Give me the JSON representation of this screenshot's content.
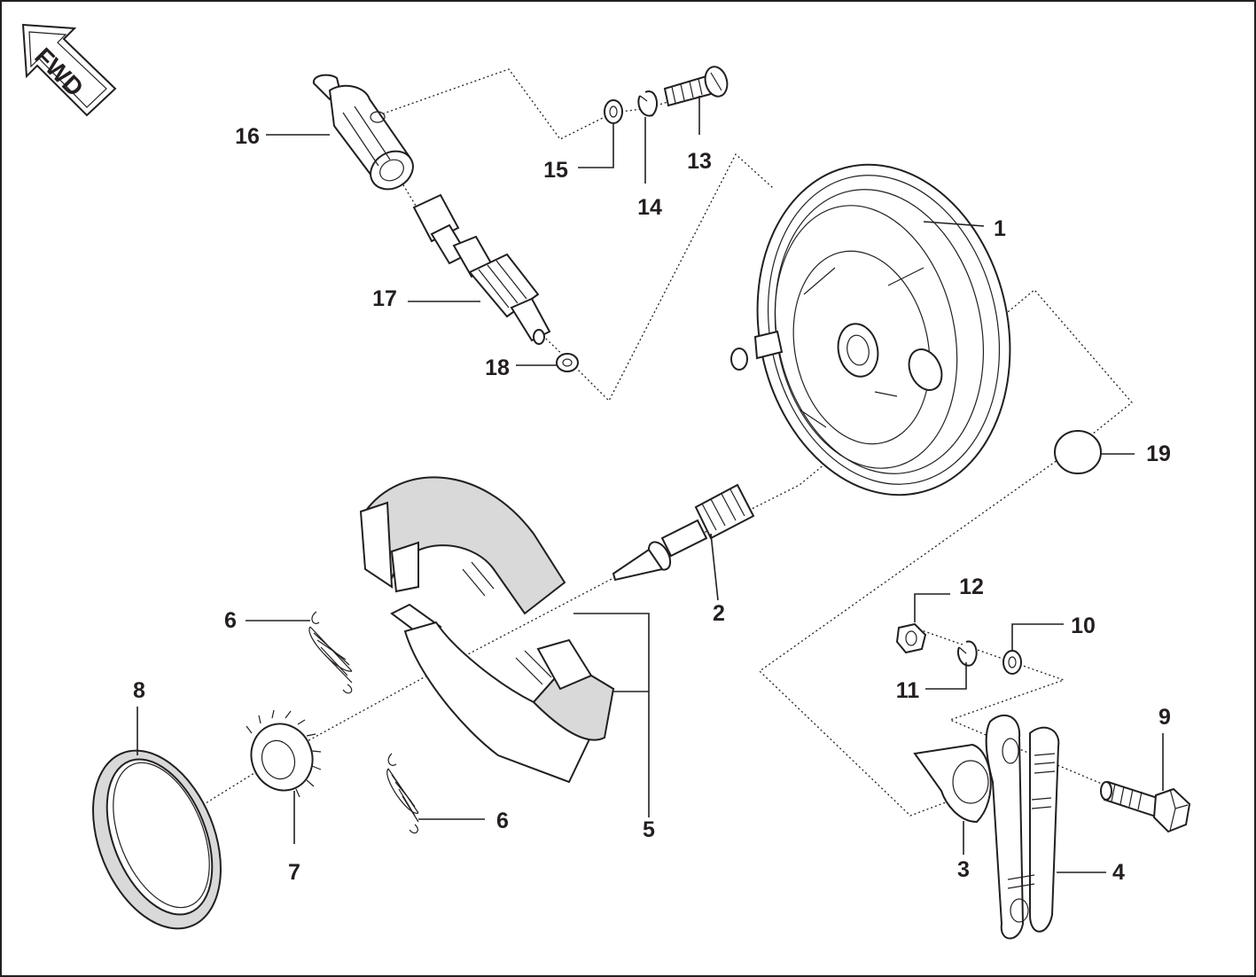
{
  "diagram": {
    "direction_badge": {
      "text": "FWD",
      "icon": "fwd-arrow-icon"
    },
    "callouts": [
      {
        "id": "c1",
        "label": "1"
      },
      {
        "id": "c2",
        "label": "2"
      },
      {
        "id": "c3",
        "label": "3"
      },
      {
        "id": "c4",
        "label": "4"
      },
      {
        "id": "c5",
        "label": "5"
      },
      {
        "id": "c6a",
        "label": "6"
      },
      {
        "id": "c6b",
        "label": "6"
      },
      {
        "id": "c7",
        "label": "7"
      },
      {
        "id": "c8",
        "label": "8"
      },
      {
        "id": "c9",
        "label": "9"
      },
      {
        "id": "c10",
        "label": "10"
      },
      {
        "id": "c11",
        "label": "11"
      },
      {
        "id": "c12",
        "label": "12"
      },
      {
        "id": "c13",
        "label": "13"
      },
      {
        "id": "c14",
        "label": "14"
      },
      {
        "id": "c15",
        "label": "15"
      },
      {
        "id": "c16",
        "label": "16"
      },
      {
        "id": "c17",
        "label": "17"
      },
      {
        "id": "c18",
        "label": "18"
      },
      {
        "id": "c19",
        "label": "19"
      }
    ],
    "colors": {
      "ink": "#231f20",
      "lining": "#d9d9d9",
      "background": "#ffffff"
    }
  }
}
